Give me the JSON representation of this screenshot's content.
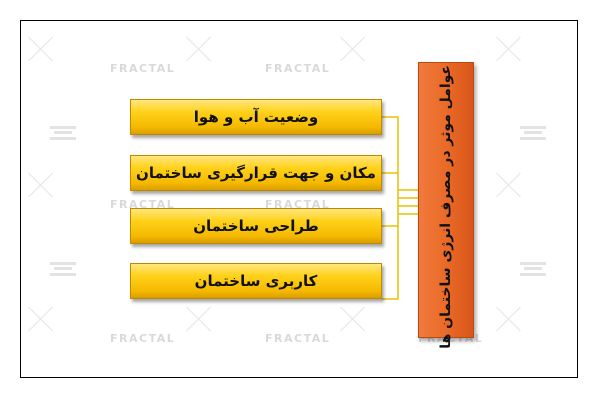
{
  "watermark": {
    "brand": "FRACTAL"
  },
  "diagram": {
    "main_factor": "عوامل موثر در مصرف انرژی ساختمان ها",
    "factors": [
      {
        "label": "وضعیت آب و هوا"
      },
      {
        "label": "مکان و جهت قرارگیری ساختمان"
      },
      {
        "label": "طراحی ساختمان"
      },
      {
        "label": "کاربری ساختمان"
      }
    ],
    "colors": {
      "main_fill": "#ea6a28",
      "factor_fill": "#ffd21a",
      "connector": "#e8c200",
      "frame_border": "#000000"
    }
  }
}
